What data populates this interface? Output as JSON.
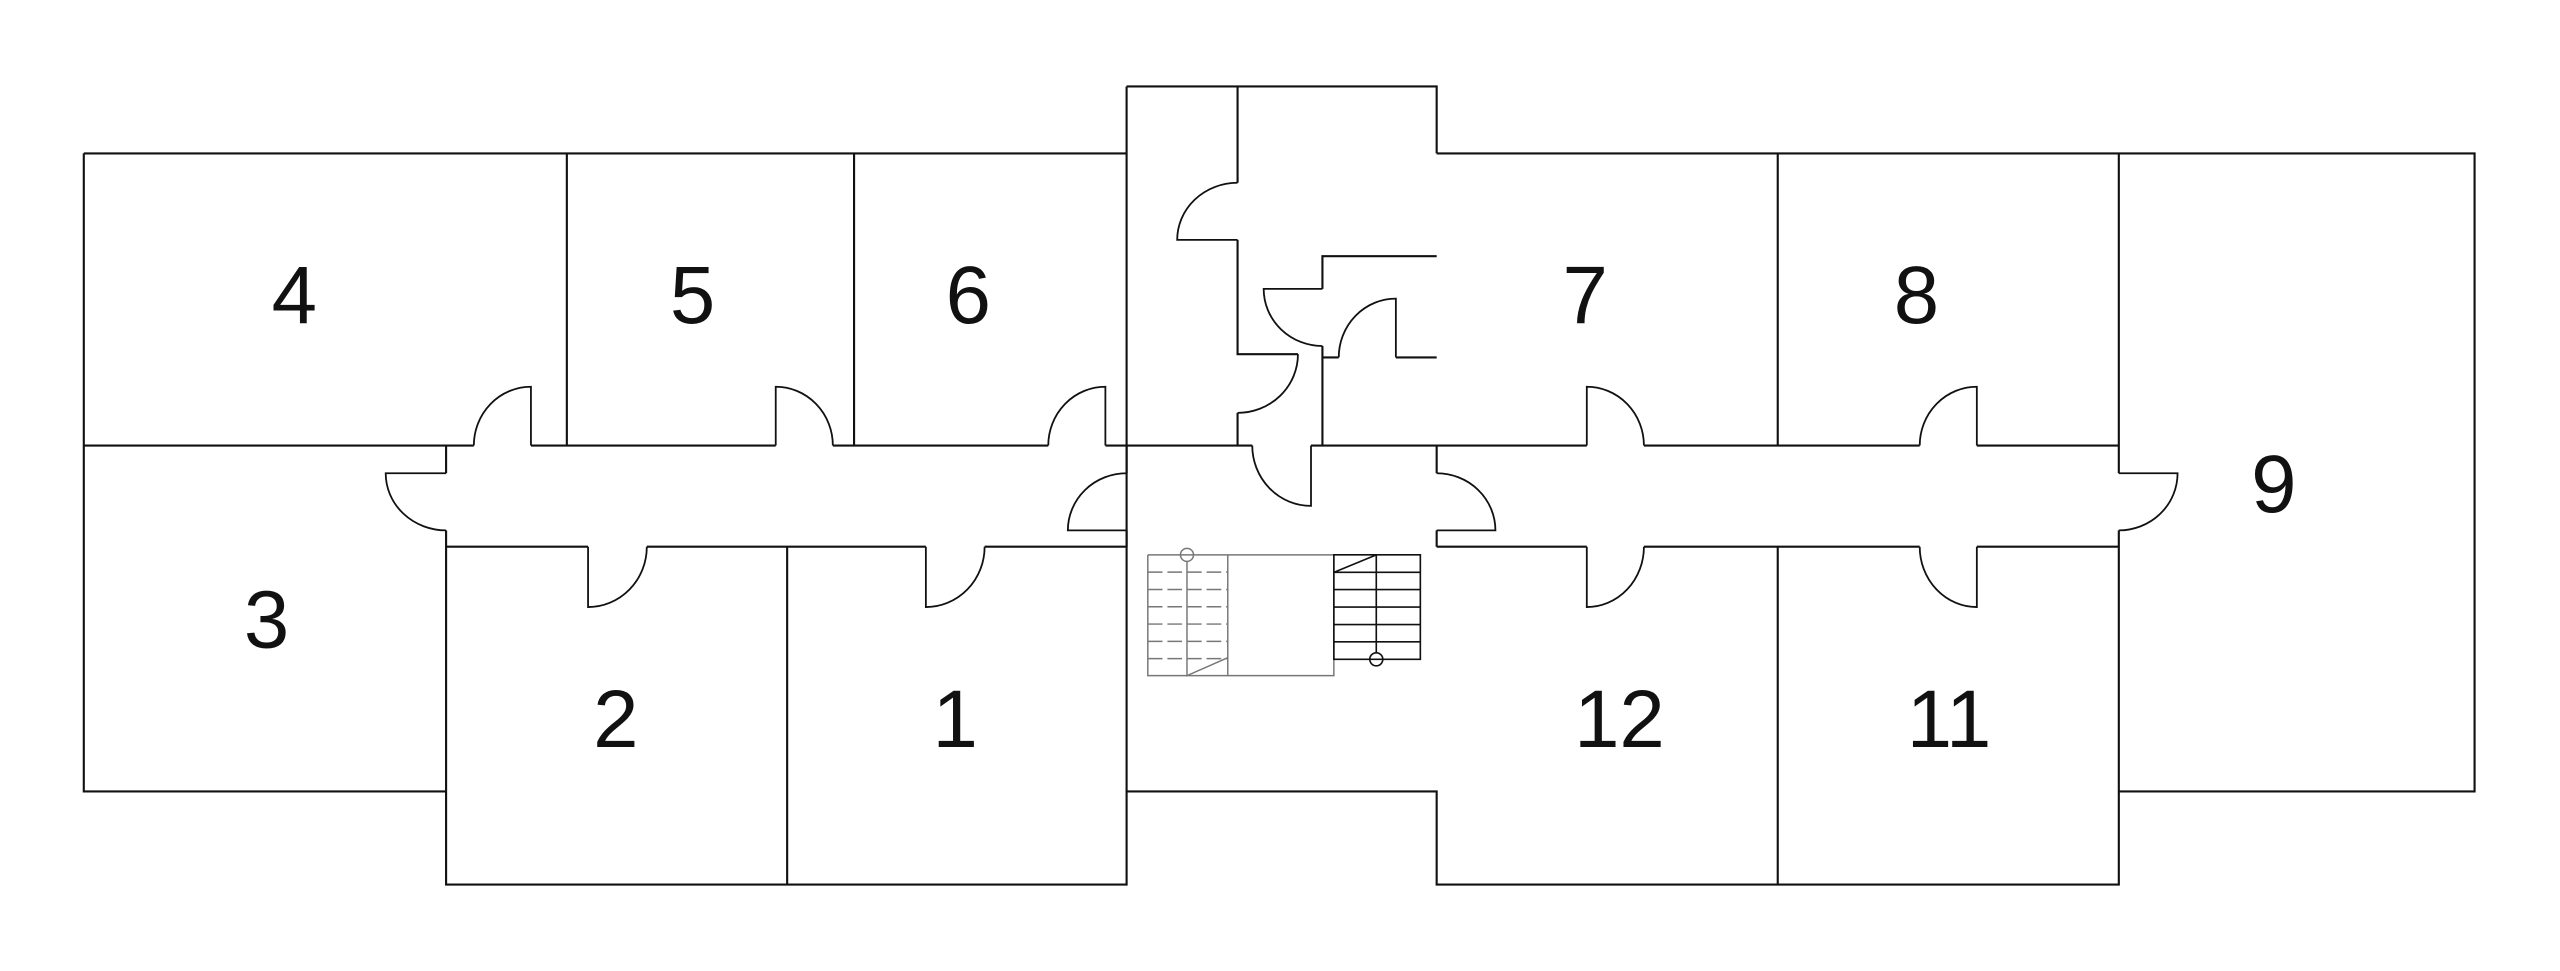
{
  "rooms": {
    "r1": "1",
    "r2": "2",
    "r3": "3",
    "r4": "4",
    "r5": "5",
    "r6": "6",
    "r7": "7",
    "r8": "8",
    "r9": "9",
    "r11": "11",
    "r12": "12"
  },
  "colors": {
    "wall": "#111111",
    "background": "#ffffff",
    "stairs": "#777777"
  }
}
